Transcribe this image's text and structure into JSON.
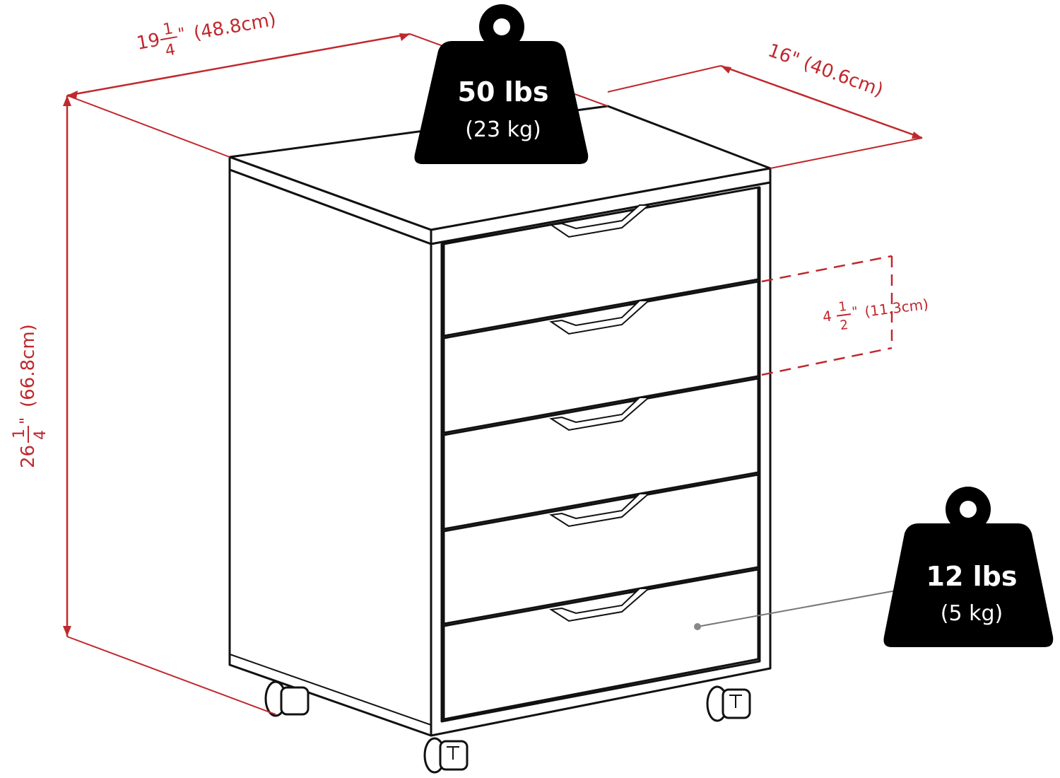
{
  "diagram": {
    "subject": "mobile drawer cabinet with 5 drawers on casters",
    "colors": {
      "dimension_line": "#c0282d",
      "outline": "#111111",
      "weight_icon": "#000000",
      "background": "#ffffff"
    },
    "dimensions": {
      "width": {
        "whole": "19",
        "num": "1",
        "den": "4",
        "unit": "\"",
        "metric": "(48.8cm)"
      },
      "depth": {
        "label": "16\" (40.6cm)"
      },
      "height": {
        "whole": "26",
        "num": "1",
        "den": "4",
        "unit": "\"",
        "metric": "(66.8cm)"
      },
      "drawer_height": {
        "whole": "4",
        "num": "1",
        "den": "2",
        "unit": "\"",
        "metric": "(11.3cm)"
      }
    },
    "weights": {
      "total": {
        "lbs": "50 lbs",
        "kg": "(23 kg)"
      },
      "drawer": {
        "lbs": "12 lbs",
        "kg": "(5 kg)"
      }
    },
    "drawer_count": 5
  }
}
